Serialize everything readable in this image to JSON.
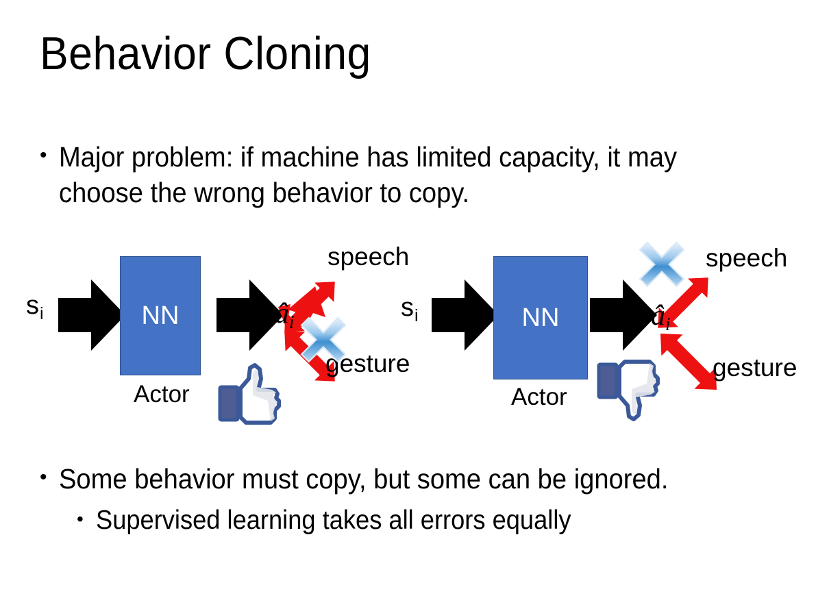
{
  "slide": {
    "title": "Behavior Cloning",
    "background_color": "#FFFFFF"
  },
  "bullets": {
    "top": {
      "marker": "•",
      "text": "Major problem: if machine has limited capacity, it may choose the wrong behavior to copy."
    },
    "bottom_1": {
      "marker": "•",
      "text": "Some behavior must copy, but some can be ignored."
    },
    "bottom_2": {
      "marker": "•",
      "text": "Supervised learning takes all errors equally"
    }
  },
  "colors": {
    "nn_box": "#4472C4",
    "nn_box_border": "#2E528F",
    "arrow_black": "#000000",
    "arrow_red": "#EE1111",
    "cross_blue_light": "#CFE3F7",
    "cross_blue_mid": "#5B9BD5",
    "cross_blue_dark": "#2E75B6",
    "thumb_navy": "#3B5998",
    "thumb_fill": "#FFFFFF",
    "thumb_shadow": "#E3E6EB",
    "text": "#000000"
  },
  "diagrams": [
    {
      "id": "left",
      "state_label": "s",
      "state_subscript": "i",
      "nn_label": "NN",
      "actor_label": "Actor",
      "action_label": "â",
      "action_subscript": "i",
      "branches": [
        {
          "name": "speech",
          "label": "speech",
          "crossed": false
        },
        {
          "name": "gesture",
          "label": "gesture",
          "crossed": true
        }
      ],
      "feedback_icon": "thumbs-up-icon",
      "feedback_meaning": "positive"
    },
    {
      "id": "right",
      "state_label": "s",
      "state_subscript": "i",
      "nn_label": "NN",
      "actor_label": "Actor",
      "action_label": "â",
      "action_subscript": "i",
      "branches": [
        {
          "name": "speech",
          "label": "speech",
          "crossed": true
        },
        {
          "name": "gesture",
          "label": "gesture",
          "crossed": false
        }
      ],
      "feedback_icon": "thumbs-down-icon",
      "feedback_meaning": "negative"
    }
  ]
}
